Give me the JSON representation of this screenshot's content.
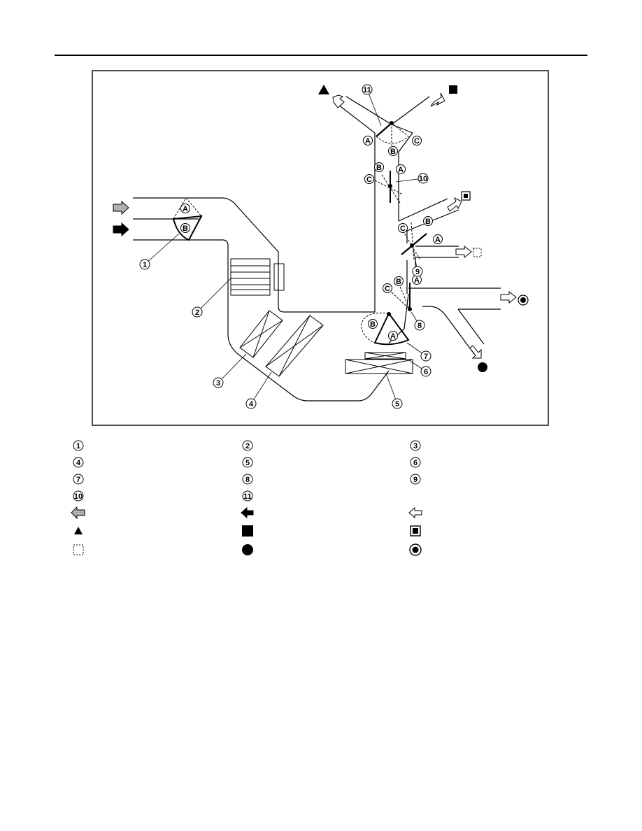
{
  "diagram": {
    "door_labels": {
      "a": "A",
      "b": "B",
      "c": "C"
    },
    "callouts": [
      "1",
      "2",
      "3",
      "4",
      "5",
      "6",
      "7",
      "8",
      "9",
      "10",
      "11"
    ]
  },
  "legend": {
    "number_items": [
      "1",
      "2",
      "3",
      "4",
      "5",
      "6",
      "7",
      "8",
      "9",
      "10",
      "11"
    ],
    "symbol_items": [
      "gray-air-arrow-icon",
      "black-air-arrow-icon",
      "white-air-arrow-icon",
      "triangle-icon",
      "square-icon",
      "framed-square-icon",
      "dashed-square-icon",
      "circle-icon",
      "ringed-circle-icon"
    ]
  }
}
